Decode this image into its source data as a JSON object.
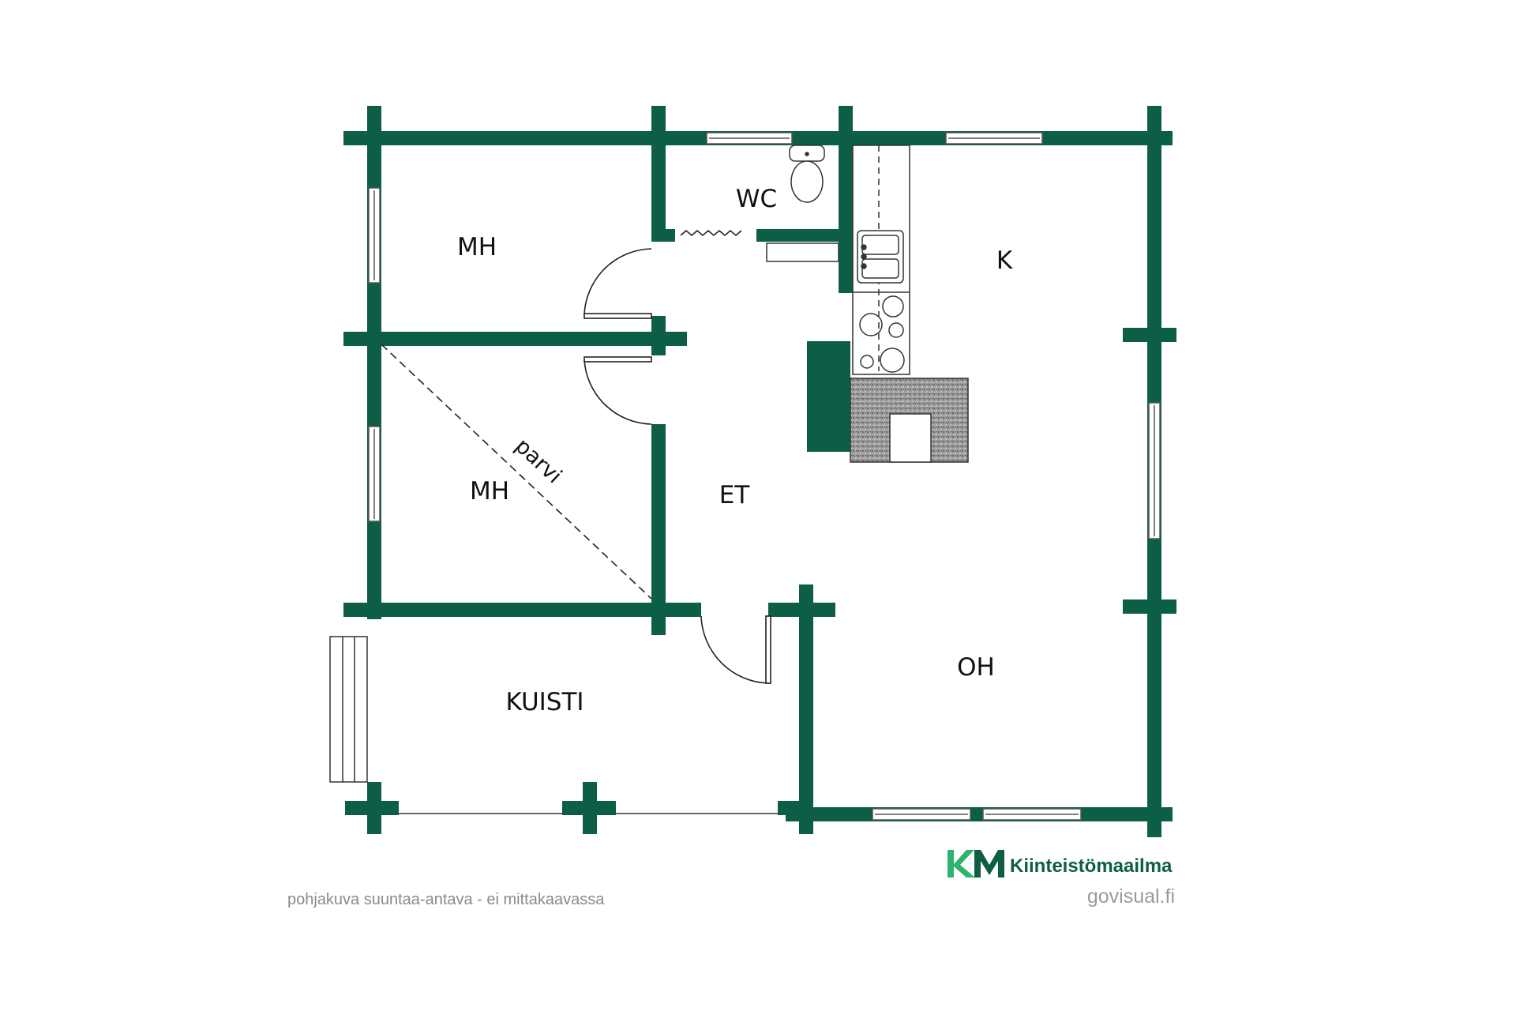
{
  "rooms": {
    "mh_top": "MH",
    "wc": "WC",
    "kitchen": "K",
    "mh_bottom": "MH",
    "loft": "parvi",
    "entrance": "ET",
    "living": "OH",
    "porch": "KUISTI"
  },
  "footer": {
    "note": "pohjakuva suuntaa-antava - ei mittakaavassa",
    "brand_letters": "KM",
    "brand_name": "Kiinteistömaailma",
    "credit": "govisual.fi"
  },
  "colors": {
    "wall": "#0d5e46",
    "brand_green": "#0d5e46",
    "brand_light": "#2fb36e",
    "fixture_line": "#333333",
    "fireplace": "#8a8a8a"
  }
}
